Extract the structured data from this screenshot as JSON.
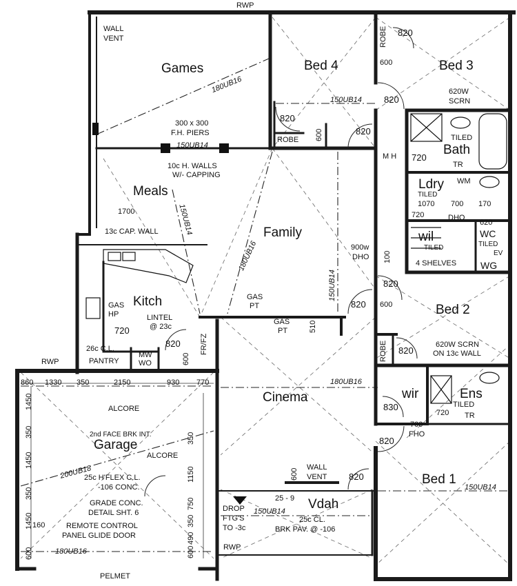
{
  "rooms": {
    "games": "Games",
    "bed4": "Bed 4",
    "bed3": "Bed 3",
    "bath": "Bath",
    "meals": "Meals",
    "family": "Family",
    "kitch": "Kitch",
    "ldry": "Ldry",
    "wil": "wil",
    "wc": "WC",
    "bed2": "Bed 2",
    "cinema": "Cinema",
    "wir": "wir",
    "ens": "Ens",
    "garage": "Garage",
    "vdah": "Vdah",
    "bed1": "Bed 1"
  },
  "annotations": {
    "rwp_top": "RWP",
    "wall_vent_top_1": "WALL",
    "wall_vent_top_2": "VENT",
    "robe_bed3": "ROBE",
    "door_820_bed3": "820",
    "door_600_bed3": "600",
    "beam_180ub16_games": "180UB16",
    "beam_150ub14_bed4": "150UB14",
    "d820_bed3_hall": "820",
    "scrn_620w": "620W",
    "scrn": "SCRN",
    "d820_bed4": "820",
    "v600_bed4": "600",
    "d820_bed4b": "820",
    "robe_bed4": "ROBE",
    "piers_1": "300 x 300",
    "piers_2": "F.H. PIERS",
    "beam_150ub14_games": "150UB14",
    "mh": "M H",
    "d720_bath": "720",
    "tiled_bath": "TILED",
    "tr_bath": "TR",
    "hwalls_1": "10c H. WALLS",
    "hwalls_2": "W/- CAPPING",
    "wm": "WM",
    "tiled_ldry": "TILED",
    "d1070": "1070",
    "d700_ldry": "700",
    "d170": "170",
    "d720_ldry": "720",
    "dho_ldry": "DHO",
    "d620": "620",
    "d1700": "1700",
    "beam_150ub14_meals": "150UB14",
    "cap_wall": "13c CAP. WALL",
    "beam_180ub16_family": "180UB16",
    "d900w": "900w",
    "dho_fam": "DHO",
    "tiled_wil": "TILED",
    "tiled_wc": "TILED",
    "ev": "EV",
    "shelves": "4 SHELVES",
    "wg": "WG",
    "d100": "100",
    "d820_bed2": "820",
    "gas_hp_1": "GAS",
    "gas_hp_2": "HP",
    "gas_pt_1": "GAS",
    "gas_pt_2": "PT",
    "beam_150ub14_family": "150UB14",
    "d820_fam": "820",
    "d600_bed2": "600",
    "lintel_1": "LINTEL",
    "lintel_2": "@ 23c",
    "d720_kitch": "720",
    "gas_pt2_1": "GAS",
    "gas_pt2_2": "PT",
    "d510": "510",
    "cl_26": "26c C.L.",
    "d820_kitch": "820",
    "frfz": "FR/FZ",
    "pantry": "PANTRY",
    "mw": "MW",
    "wo": "WO",
    "v600_kitch": "600",
    "robe_bed2": "ROBE",
    "d820_bed2b": "820",
    "scrn2_1": "620W SCRN",
    "scrn2_2": "ON 13c WALL",
    "rwp_left": "RWP",
    "g860": "860",
    "g1330": "1330",
    "g350": "350",
    "g2150": "2150",
    "g930": "930",
    "g770": "770",
    "beam_180ub16_cinema": "180UB16",
    "alcore_1": "ALCORE",
    "v1450a": "1450",
    "v350a": "350",
    "v1450b": "1450",
    "v350b": "350",
    "v1450c": "1450",
    "brk_int": "2nd FACE BRK INT.",
    "v350r": "350",
    "v1150": "1150",
    "alcore_2": "ALCORE",
    "beam_200ub18": "200UB18",
    "flex_cl": "25c H'FLEX C.L.",
    "conc_106": "-106 CONC.",
    "grade_1": "GRADE CONC.",
    "grade_2": "DETAIL SHT. 6",
    "remote_1": "REMOTE CONTROL",
    "remote_2": "PANEL GLIDE DOOR",
    "d160": "160",
    "v750": "750",
    "v350c": "350",
    "v490": "490",
    "v600g": "600",
    "v600l": "600",
    "beam_180ub16_garage": "180UB16",
    "pelmet": "PELMET",
    "rwp_bottom": "RWP",
    "d830": "830",
    "d700_fho_1": "700",
    "d700_fho_2": "FHO",
    "d720_ens": "720",
    "tiled_ens": "TILED",
    "tr_ens": "TR",
    "d820_bed1": "820",
    "v600_vent": "600",
    "wall_vent_1": "WALL",
    "wall_vent_2": "VENT",
    "d820_vent": "820",
    "beam_150ub14_bed1": "150UB14",
    "drop_1": "DROP",
    "drop_2": "FTG'S",
    "drop_3": "TO -3c",
    "d25_9": "25 - 9",
    "beam_150ub14_vdah": "150UB14",
    "cl_25": "25c CL.",
    "brk_pav": "BRK PAV. @ -106"
  },
  "colors": {
    "ink": "#111111",
    "wall": "#1a1a1a",
    "dash": "#555555"
  }
}
